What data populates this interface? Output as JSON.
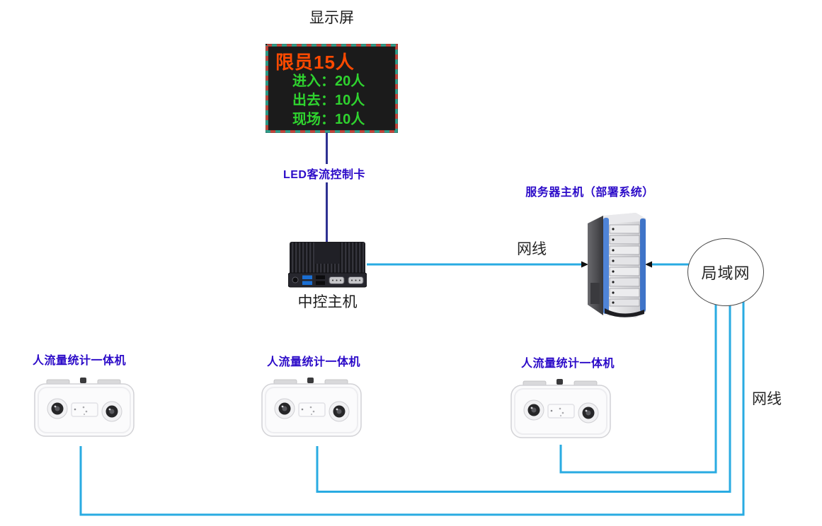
{
  "display": {
    "title": "显示屏",
    "limit_line": "限员15人",
    "rows": [
      "进入：20人",
      "出去：10人",
      "现场：10人"
    ]
  },
  "controller": {
    "card_label": "LED客流控制卡",
    "host_label": "中控主机"
  },
  "server": {
    "label": "服务器主机（部署系统）"
  },
  "network": {
    "lan_label": "局域网",
    "cable_label_server": "网线",
    "cable_label_lan": "网线"
  },
  "cameras": [
    {
      "label": "人流量统计一体机"
    },
    {
      "label": "人流量统计一体机"
    },
    {
      "label": "人流量统计一体机"
    }
  ],
  "colors": {
    "blue_label": "#2B0AC8",
    "cyan_cable": "#29ABE2",
    "navy_cable": "#2E3192",
    "led_limit_orange": "#FF4A00",
    "led_green": "#2FD32F",
    "led_background": "#1B1B1B",
    "dash_border_red": "#C8453A",
    "dash_border_teal": "#2FA08C"
  }
}
